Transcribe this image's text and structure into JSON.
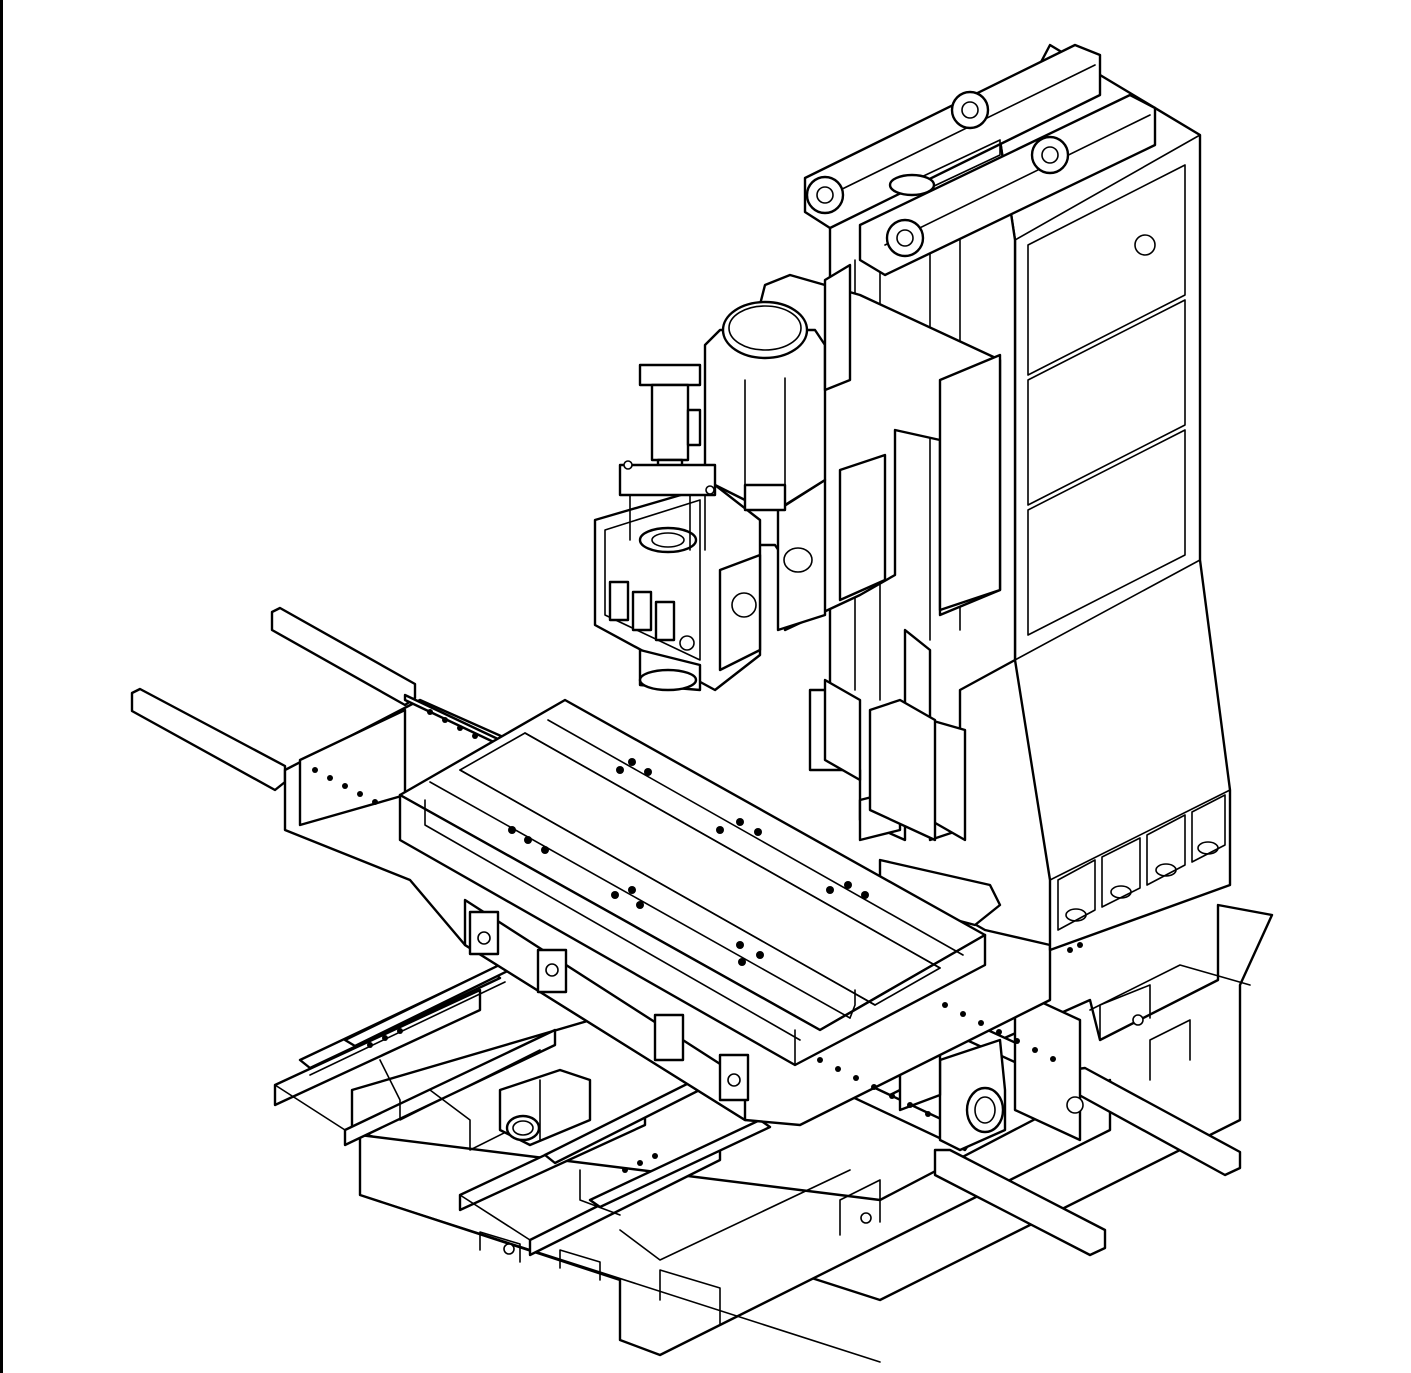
{
  "drawing": {
    "colors": {
      "line": "#000000",
      "background": "#ffffff"
    },
    "parts": [
      "base",
      "saddle",
      "worktable",
      "column",
      "spindle-head",
      "spindle-motor",
      "tool-release-cylinder",
      "counterweight-pulleys",
      "x-axis-guideways",
      "y-axis-guideways",
      "telescopic-covers",
      "ballscrew-motor-mounts"
    ]
  }
}
